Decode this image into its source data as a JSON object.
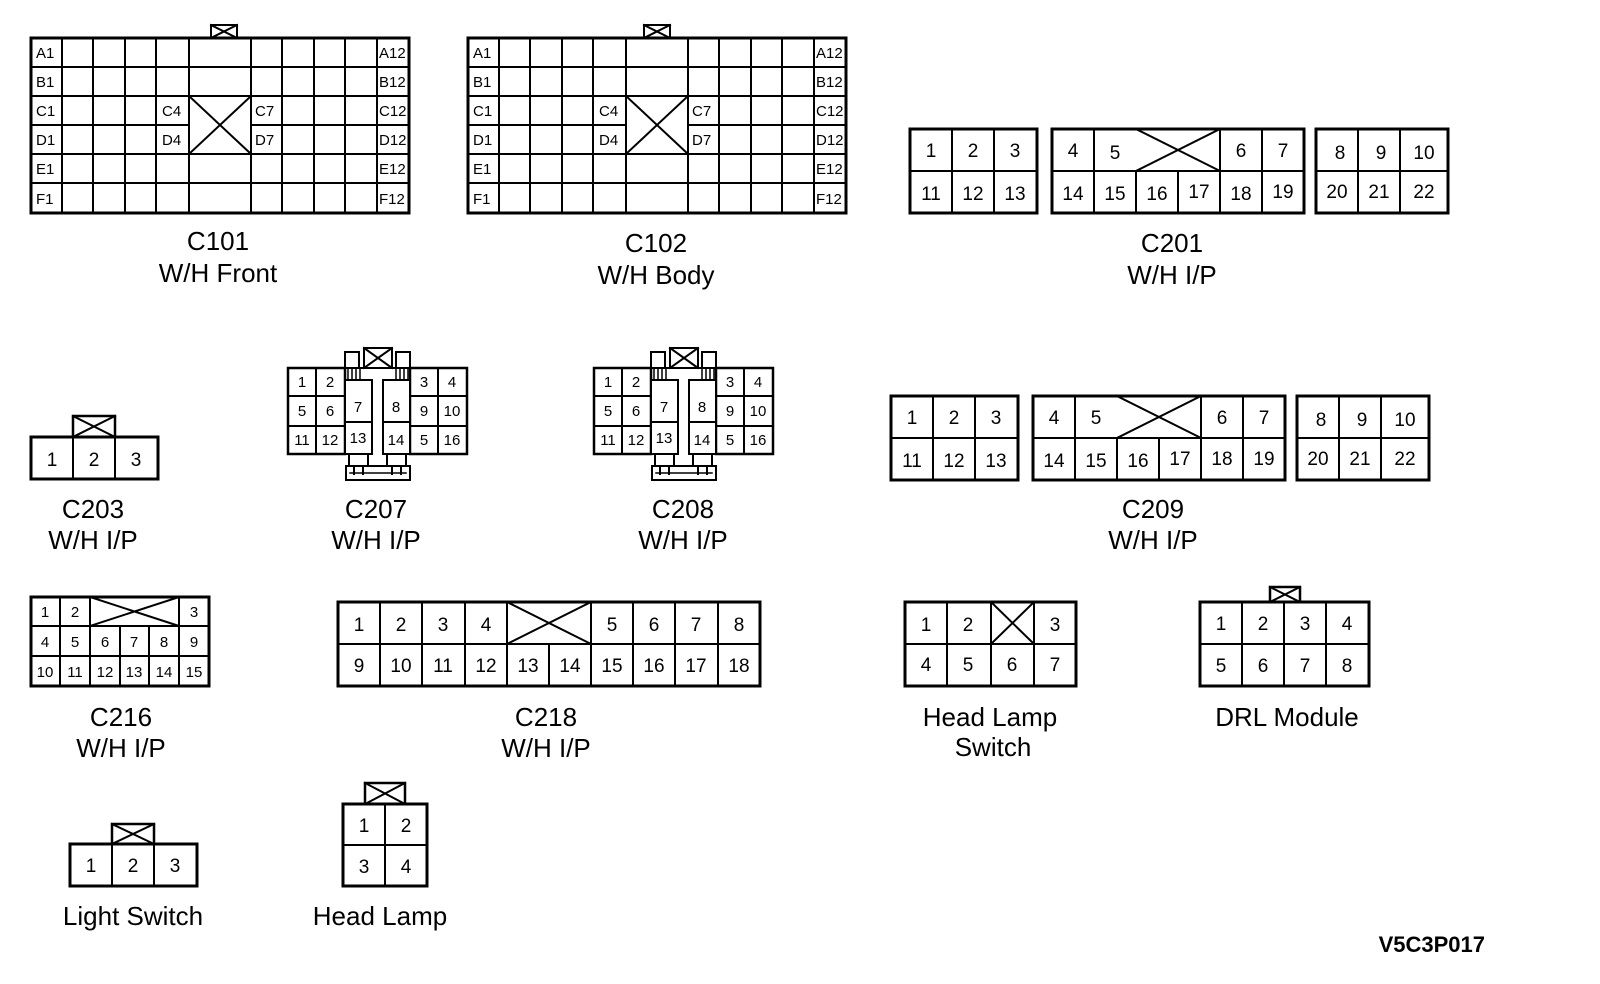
{
  "colors": {
    "ink": "#000000",
    "background": "#ffffff"
  },
  "connectors": {
    "c101": {
      "id": "C101",
      "desc": "W/H Front",
      "pins": {
        "a1": "A1",
        "b1": "B1",
        "c1": "C1",
        "d1": "D1",
        "e1": "E1",
        "f1": "F1",
        "a12": "A12",
        "b12": "B12",
        "c12": "C12",
        "d12": "D12",
        "e12": "E12",
        "f12": "F12",
        "c4": "C4",
        "d4": "D4",
        "c7": "C7",
        "d7": "D7"
      }
    },
    "c102": {
      "id": "C102",
      "desc": "W/H Body",
      "pins": {
        "a1": "A1",
        "b1": "B1",
        "c1": "C1",
        "d1": "D1",
        "e1": "E1",
        "f1": "F1",
        "a12": "A12",
        "b12": "B12",
        "c12": "C12",
        "d12": "D12",
        "e12": "E12",
        "f12": "F12",
        "c4": "C4",
        "d4": "D4",
        "c7": "C7",
        "d7": "D7"
      }
    },
    "c201": {
      "id": "C201",
      "desc": "W/H I/P",
      "pins": [
        "1",
        "2",
        "3",
        "4",
        "5",
        "6",
        "7",
        "8",
        "9",
        "10",
        "11",
        "12",
        "13",
        "14",
        "15",
        "16",
        "17",
        "18",
        "19",
        "20",
        "21",
        "22"
      ]
    },
    "c203": {
      "id": "C203",
      "desc": "W/H I/P",
      "pins": [
        "1",
        "2",
        "3"
      ]
    },
    "c207": {
      "id": "C207",
      "desc": "W/H I/P",
      "pins": [
        "1",
        "2",
        "3",
        "4",
        "5",
        "6",
        "7",
        "8",
        "9",
        "10",
        "11",
        "12",
        "13",
        "14",
        "5",
        "16"
      ]
    },
    "c208": {
      "id": "C208",
      "desc": "W/H I/P",
      "pins": [
        "1",
        "2",
        "3",
        "4",
        "5",
        "6",
        "7",
        "8",
        "9",
        "10",
        "11",
        "12",
        "13",
        "14",
        "5",
        "16"
      ]
    },
    "c209": {
      "id": "C209",
      "desc": "W/H I/P",
      "pins": [
        "1",
        "2",
        "3",
        "4",
        "5",
        "6",
        "7",
        "8",
        "9",
        "10",
        "11",
        "12",
        "13",
        "14",
        "15",
        "16",
        "17",
        "18",
        "19",
        "20",
        "21",
        "22"
      ]
    },
    "c216": {
      "id": "C216",
      "desc": "W/H I/P",
      "pins": [
        "1",
        "2",
        "3",
        "4",
        "5",
        "6",
        "7",
        "8",
        "9",
        "10",
        "11",
        "12",
        "13",
        "14",
        "15"
      ]
    },
    "c218": {
      "id": "C218",
      "desc": "W/H I/P",
      "pins": [
        "1",
        "2",
        "3",
        "4",
        "5",
        "6",
        "7",
        "8",
        "9",
        "10",
        "11",
        "12",
        "13",
        "14",
        "15",
        "16",
        "17",
        "18"
      ]
    },
    "head_lamp_switch": {
      "desc_line1": "Head Lamp",
      "desc_line2": "Switch",
      "pins": [
        "1",
        "2",
        "3",
        "4",
        "5",
        "6",
        "7"
      ]
    },
    "drl_module": {
      "desc": "DRL Module",
      "pins": [
        "1",
        "2",
        "3",
        "4",
        "5",
        "6",
        "7",
        "8"
      ]
    },
    "light_switch": {
      "desc": "Light Switch",
      "pins": [
        "1",
        "2",
        "3"
      ]
    },
    "head_lamp": {
      "desc": "Head Lamp",
      "pins": [
        "1",
        "2",
        "3",
        "4"
      ]
    }
  },
  "figure_code": "V5C3P017"
}
